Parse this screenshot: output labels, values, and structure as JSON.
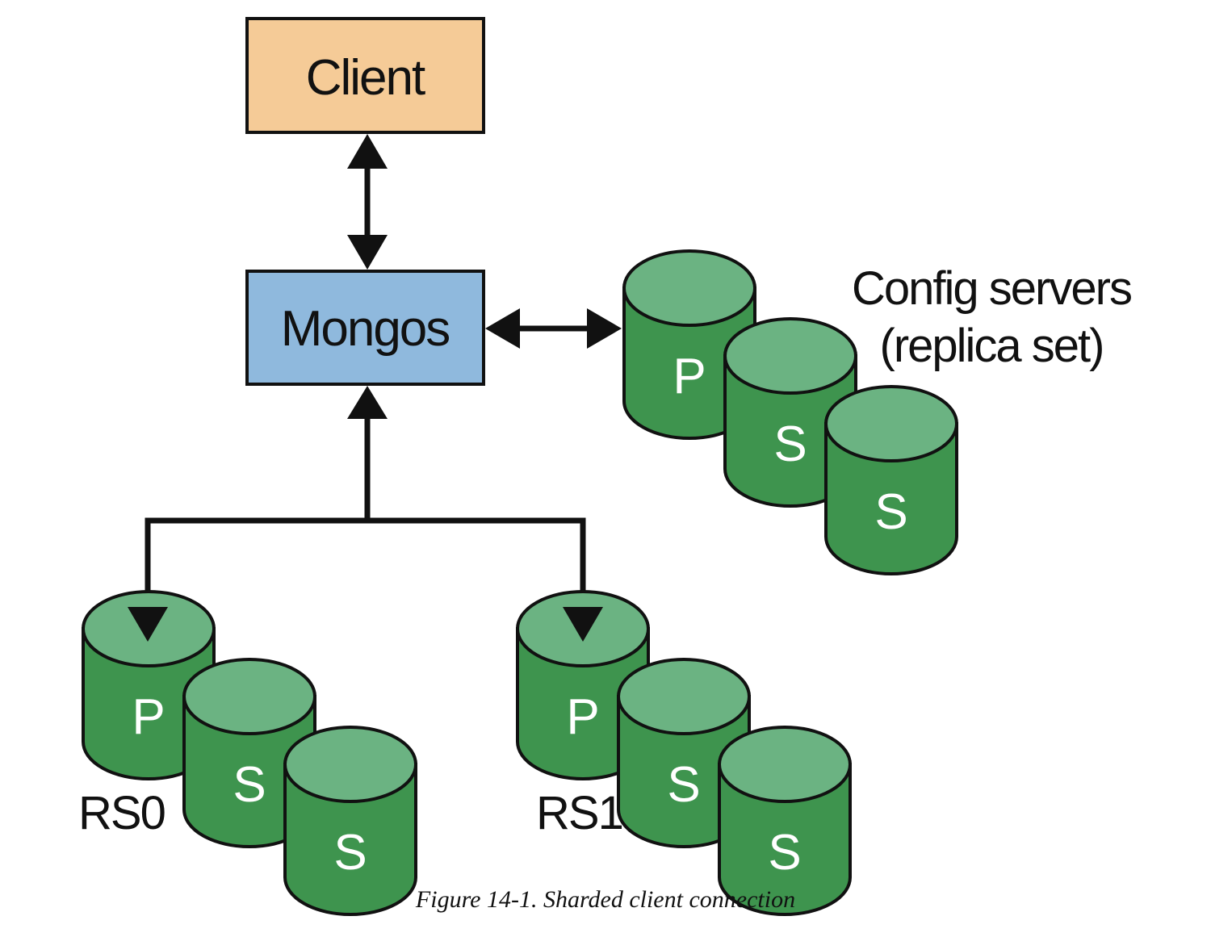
{
  "colors": {
    "client_fill": "#f5cb97",
    "mongos_fill": "#8fb9dd",
    "db_top": "#6bb382",
    "db_body": "#3e944e",
    "stroke": "#111111"
  },
  "client": {
    "label": "Client"
  },
  "mongos": {
    "label": "Mongos"
  },
  "config": {
    "label_line1": "Config servers",
    "label_line2": "(replica set)",
    "nodes": [
      "P",
      "S",
      "S"
    ]
  },
  "rs0": {
    "label": "RS0",
    "nodes": [
      "P",
      "S",
      "S"
    ]
  },
  "rs1": {
    "label": "RS1",
    "nodes": [
      "P",
      "S",
      "S"
    ]
  },
  "caption": "Figure 14-1. Sharded client connection"
}
